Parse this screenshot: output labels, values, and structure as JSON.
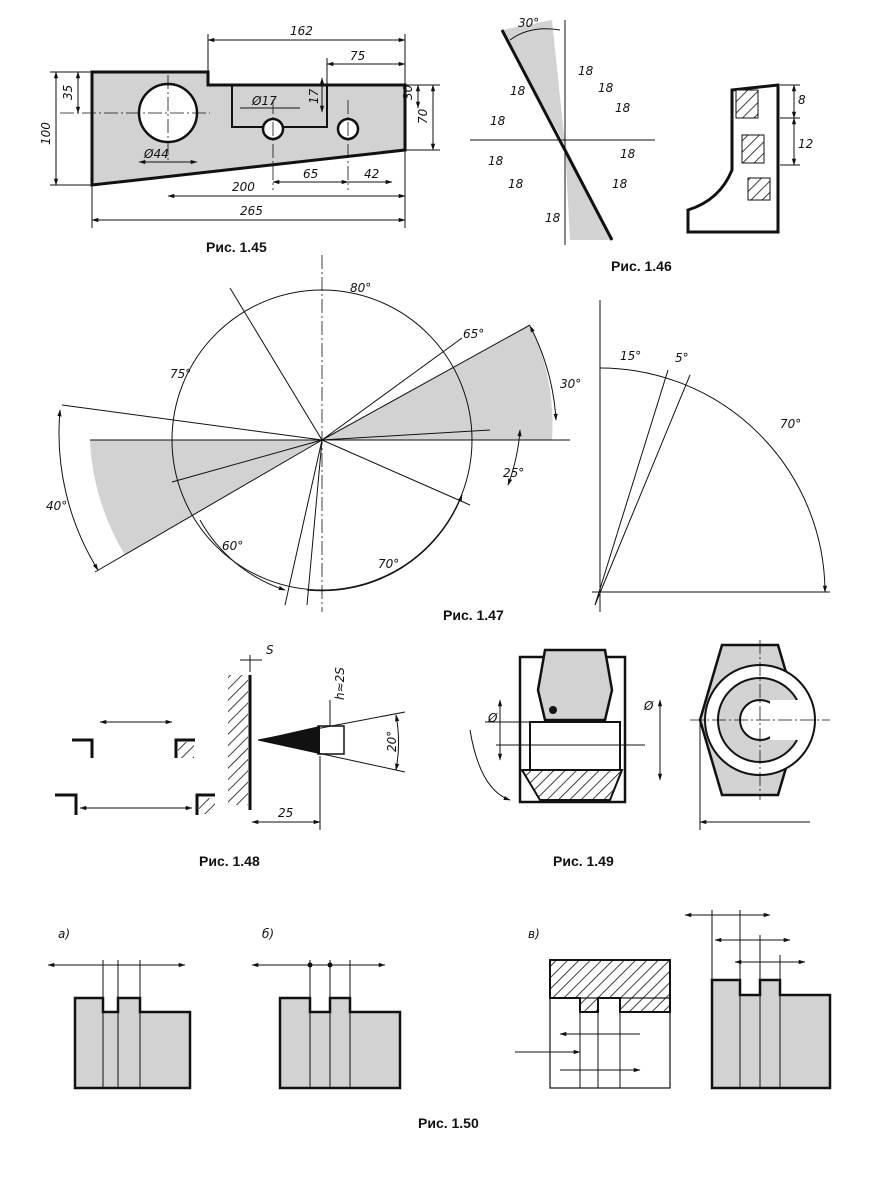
{
  "figures": {
    "f145": {
      "caption": "Рис. 1.45",
      "dims": {
        "d162": "162",
        "d75": "75",
        "d35": "35",
        "d100": "100",
        "d30": "30",
        "d70": "70",
        "d17h": "17",
        "phi17": "Ø17",
        "phi44": "Ø44",
        "d200": "200",
        "d65": "65",
        "d42": "42",
        "d265": "265"
      }
    },
    "f146": {
      "caption": "Рис. 1.46",
      "dims": {
        "a30": "30°",
        "d18": "18",
        "d8": "8",
        "d12": "12"
      }
    },
    "f147": {
      "caption": "Рис. 1.47",
      "angles": {
        "a80": "80°",
        "a65": "65°",
        "a75": "75°",
        "a30": "30°",
        "a25": "25°",
        "a40": "40°",
        "a60": "60°",
        "a70": "70°",
        "b15": "15°",
        "b5": "5°",
        "b70": "70°"
      }
    },
    "f148": {
      "caption": "Рис. 1.48",
      "dims": {
        "s": "S",
        "h": "h≈2S",
        "a20": "20°",
        "d25": "25"
      }
    },
    "f149": {
      "caption": "Рис. 1.49",
      "dims": {
        "phi": "Ø"
      }
    },
    "f150": {
      "caption": "Рис. 1.50",
      "labels": {
        "a": "а)",
        "b": "б)",
        "v": "в)"
      }
    }
  }
}
